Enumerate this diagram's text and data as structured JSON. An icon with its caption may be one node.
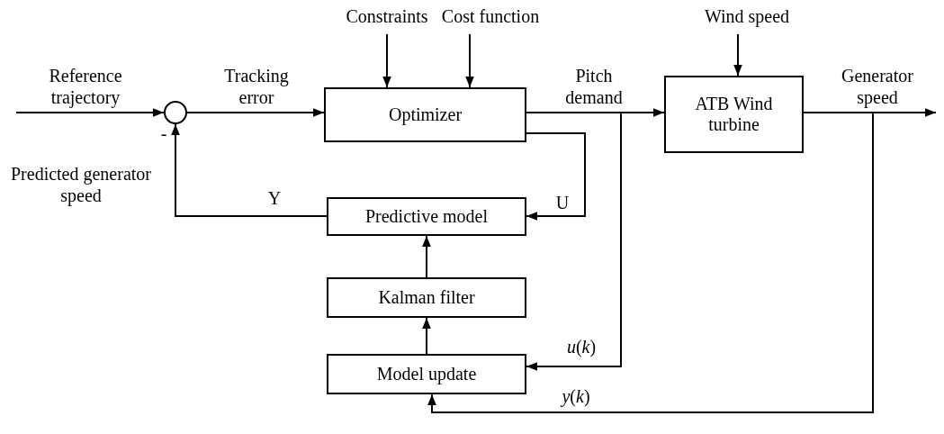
{
  "diagram": {
    "nodes": [
      {
        "text": [],
        "shape": "circle"
      },
      {
        "text": [
          "Optimizer"
        ]
      },
      {
        "text": [
          "ATB Wind turbine"
        ]
      },
      {
        "text": [
          "Predictive model"
        ]
      },
      {
        "text": [
          "Kalman filter"
        ]
      },
      {
        "text": [
          "Model update"
        ]
      }
    ],
    "edges": [
      {
        "from": null,
        "to": 0,
        "arrow": "to",
        "label": "Reference trajectory"
      },
      {
        "from": 0,
        "to": 1,
        "arrow": "to",
        "label": "Tracking error"
      },
      {
        "from": null,
        "to": 1,
        "arrow": "to",
        "label": "Constraints"
      },
      {
        "from": null,
        "to": 1,
        "arrow": "to",
        "label": "Cost function"
      },
      {
        "from": 1,
        "to": 2,
        "arrow": "to",
        "label": "Pitch demand"
      },
      {
        "from": null,
        "to": 2,
        "arrow": "to",
        "label": "Wind speed"
      },
      {
        "from": 2,
        "to": null,
        "arrow": "to",
        "label": "Generator speed"
      },
      {
        "from": 1,
        "to": 3,
        "arrow": "to",
        "label": "U"
      },
      {
        "from": 3,
        "to": 0,
        "arrow": "to",
        "label": "Y"
      },
      {
        "from": 1,
        "to": 5,
        "arrow": "to",
        "label": "*u*(*k*)"
      },
      {
        "from": 2,
        "to": 5,
        "arrow": "to",
        "label": "*y*(*k*)"
      },
      {
        "from": 5,
        "to": 4,
        "arrow": "to"
      },
      {
        "from": 4,
        "to": 3,
        "arrow": "to"
      }
    ],
    "labels": [
      "-",
      "Predicted generator speed"
    ]
  }
}
